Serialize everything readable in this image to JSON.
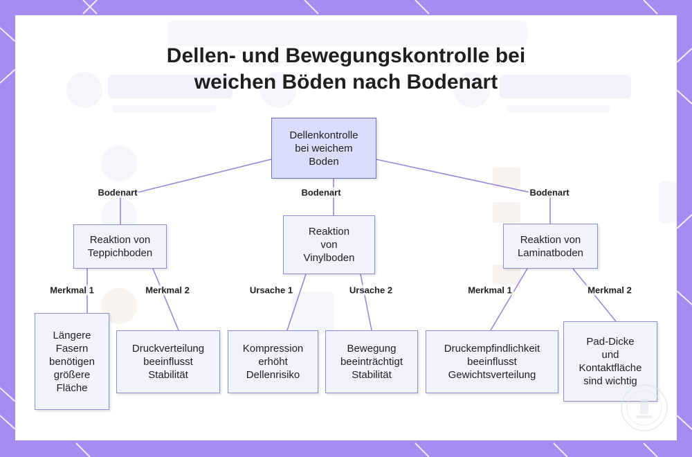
{
  "title": {
    "line1": "Dellen- und Bewegungskontrolle bei",
    "line2": "weichen Böden nach Bodenart"
  },
  "nodes": {
    "root": [
      "Dellenkontrolle",
      "bei weichem",
      "Boden"
    ],
    "carpet": [
      "Reaktion von",
      "Teppichboden"
    ],
    "vinyl": [
      "Reaktion",
      "von",
      "Vinylboden"
    ],
    "laminate": [
      "Reaktion von",
      "Laminatboden"
    ],
    "carpet_1": [
      "Längere",
      "Fasern",
      "benötigen",
      "größere",
      "Fläche"
    ],
    "carpet_2": [
      "Druckverteilung",
      "beeinflusst",
      "Stabilität"
    ],
    "vinyl_1": [
      "Kompression",
      "erhöht",
      "Dellenrisiko"
    ],
    "vinyl_2": [
      "Bewegung",
      "beeinträchtigt",
      "Stabilität"
    ],
    "laminate_1": [
      "Druckempfindlichkeit",
      "beeinflusst",
      "Gewichtsverteilung"
    ],
    "laminate_2": [
      "Pad-Dicke",
      "und",
      "Kontaktfläche",
      "sind wichtig"
    ]
  },
  "edge_labels": {
    "root_carpet": "Bodenart",
    "root_vinyl": "Bodenart",
    "root_laminate": "Bodenart",
    "carpet_1": "Merkmal 1",
    "carpet_2": "Merkmal 2",
    "vinyl_1": "Ursache 1",
    "vinyl_2": "Ursache 2",
    "laminate_1": "Merkmal 1",
    "laminate_2": "Merkmal 2"
  },
  "colors": {
    "background": "#a78bf0",
    "node_fill": "#f1f2fd",
    "root_fill": "#d9dcfa",
    "node_border": "#8e8fcf",
    "edge": "#9a86d6"
  }
}
